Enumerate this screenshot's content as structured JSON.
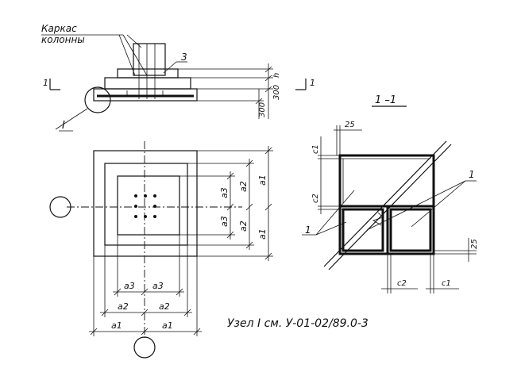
{
  "labels": {
    "frame_line1": "Каркас",
    "frame_line2": "колонны",
    "item3": "3",
    "item1": "1",
    "node": "I",
    "section_title": "1 –1",
    "section_mark": "1",
    "note": "Узел I см. У-01-02/89.0-3"
  },
  "dimensions": {
    "h": "h",
    "d300a": "300",
    "d300b": "300",
    "d25": "25",
    "c1": "c1",
    "c2": "c2",
    "a1": "a1",
    "a2": "a2",
    "a3": "a3"
  }
}
